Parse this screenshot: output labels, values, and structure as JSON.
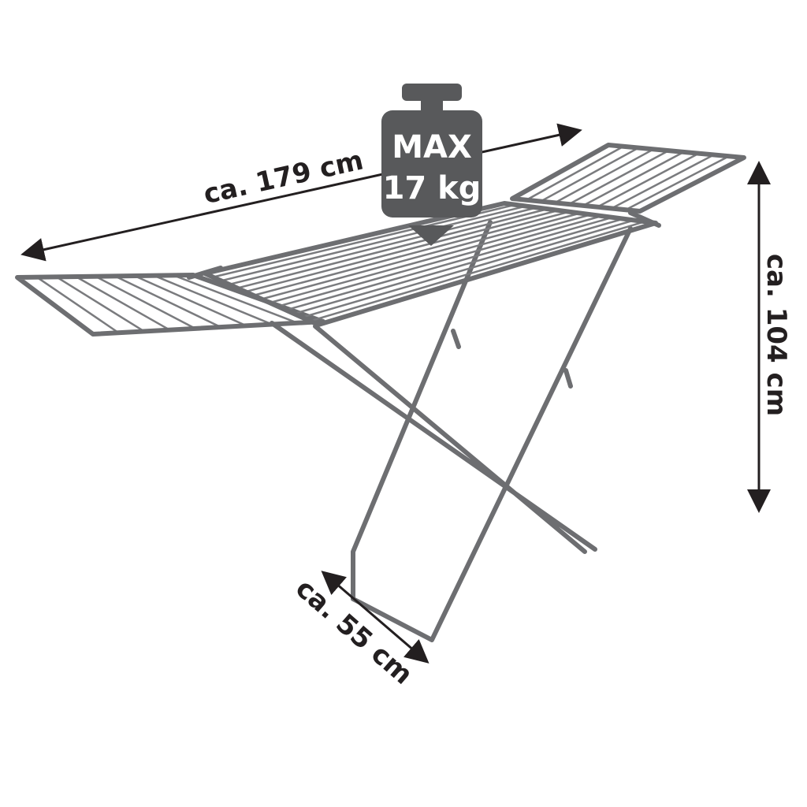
{
  "dimensions": {
    "length": "ca. 179 cm",
    "height": "ca. 104 cm",
    "depth": "ca. 55 cm"
  },
  "max_load": {
    "line1": "MAX",
    "line2": "17 kg",
    "icon": "weight-icon",
    "color": "#58595b"
  },
  "frame_color": "#6d6e71"
}
